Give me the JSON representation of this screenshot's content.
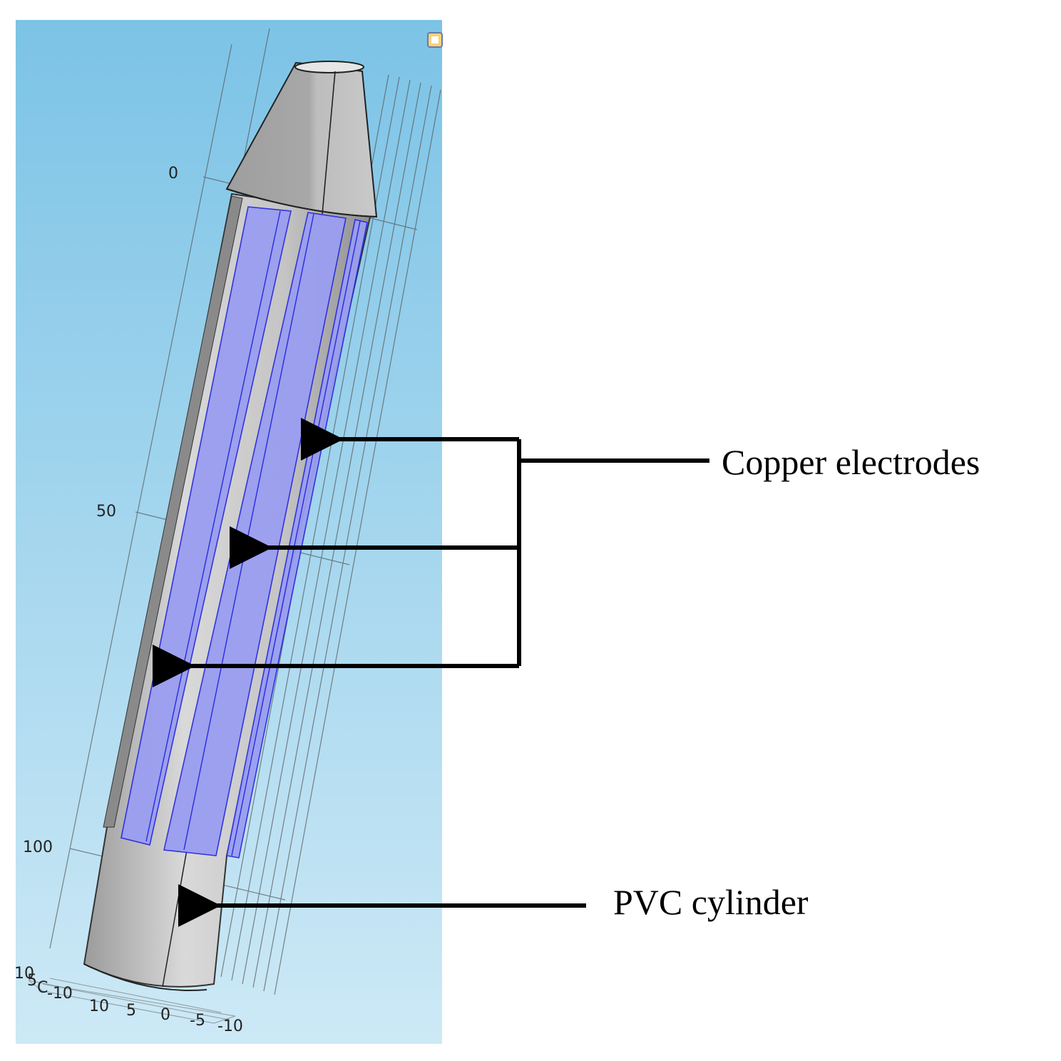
{
  "labels": {
    "electrodes": "Copper electrodes",
    "cylinder": "PVC cylinder"
  },
  "axis": {
    "vertical_ticks": [
      "0",
      "50",
      "100"
    ],
    "base_ticks": [
      "10",
      "5",
      "C",
      "-10",
      "10",
      "5",
      "0",
      "-5",
      "-10"
    ]
  },
  "colors": {
    "background_top": "#7ec4e6",
    "background_bottom": "#cde9f6",
    "pvc": "#c7c7c7",
    "electrode": "#9a9ef0",
    "electrode_edge": "#2a2ae0",
    "arrow": "#000000"
  }
}
